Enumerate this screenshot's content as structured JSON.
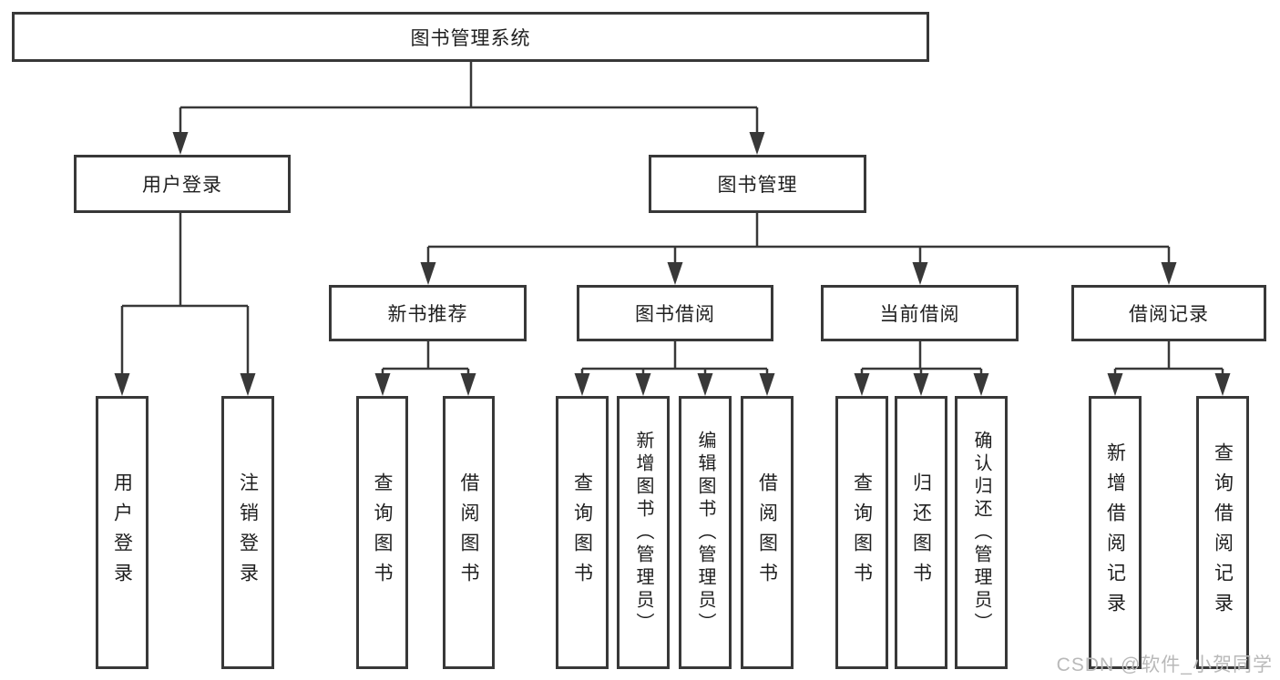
{
  "diagram": {
    "root": "图书管理系统",
    "branches": [
      {
        "label": "用户登录",
        "children": [
          "用户登录",
          "注销登录"
        ]
      },
      {
        "label": "图书管理",
        "sections": [
          {
            "label": "新书推荐",
            "children": [
              "查询图书",
              "借阅图书"
            ]
          },
          {
            "label": "图书借阅",
            "children": [
              "查询图书",
              "新增图书（管理员）",
              "编辑图书（管理员）",
              "借阅图书"
            ]
          },
          {
            "label": "当前借阅",
            "children": [
              "查询图书",
              "归还图书",
              "确认归还（管理员）"
            ]
          },
          {
            "label": "借阅记录",
            "children": [
              "新增借阅记录",
              "查询借阅记录"
            ]
          }
        ]
      }
    ]
  },
  "watermark": "CSDN @软件_小贺同学",
  "colors": {
    "line": "#383838",
    "box_border": "#383838",
    "box_fill": "#ffffff",
    "text": "#1f1f1f",
    "watermark": "#b9b9b9",
    "background": "#ffffff"
  }
}
